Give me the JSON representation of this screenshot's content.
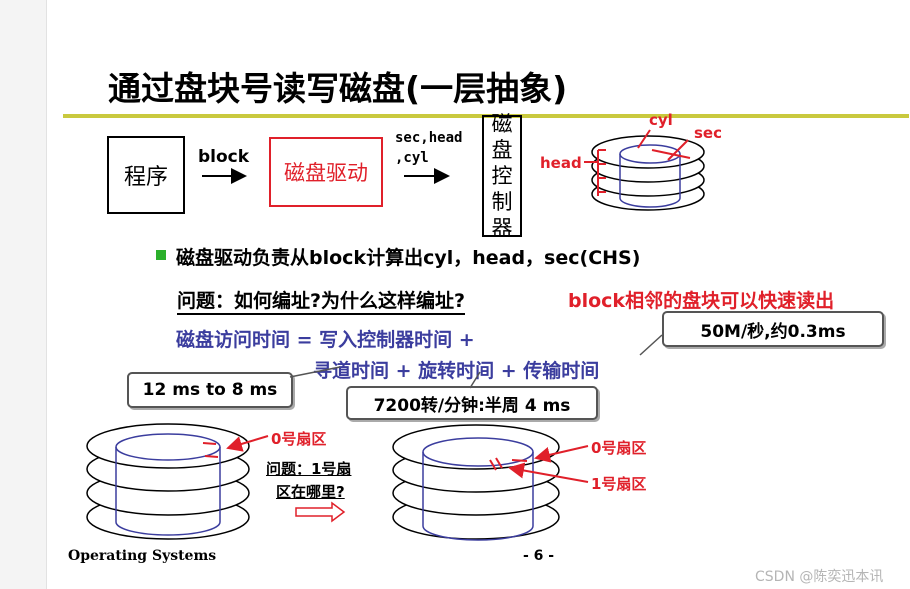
{
  "slide": {
    "title": "通过盘块号读写磁盘(一层抽象)",
    "boxes": {
      "program": "程序",
      "disk_driver": "磁盘驱动",
      "controller": "磁盘控制器"
    },
    "arrows": {
      "block_label": "block",
      "params_line1": "sec,head",
      "params_line2": ",cyl"
    },
    "disk_labels": {
      "cyl": "cyl",
      "sec": "sec",
      "head": "head"
    },
    "bullet_text": "磁盘驱动负责从block计算出cyl，head，sec(CHS)",
    "question1": "问题：如何编址?为什么这样编址?",
    "answer1": "block相邻的盘块可以快速读出",
    "access_time_line1": "磁盘访问时间 = 写入控制器时间 +",
    "access_time_line2": "寻道时间 + 旋转时间 + 传输时间",
    "callouts": {
      "transfer": "50M/秒,约0.3ms",
      "seek": "12 ms to 8 ms",
      "rotation": "7200转/分钟:半周 4 ms"
    },
    "left_disk": {
      "sector0": "0号扇区"
    },
    "question2_line1": "问题：1号扇",
    "question2_line2": "区在哪里?",
    "right_disk": {
      "sector0": "0号扇区",
      "sector1": "1号扇区"
    },
    "footer_left": "Operating Systems",
    "footer_right": "- 6 -",
    "watermark": "CSDN @陈奕迅本讯",
    "colors": {
      "accent_red": "#e0202a",
      "text_blue": "#3b3d9e",
      "rule_olive": "#c9c93e",
      "bullet_green": "#2bb02b"
    }
  }
}
